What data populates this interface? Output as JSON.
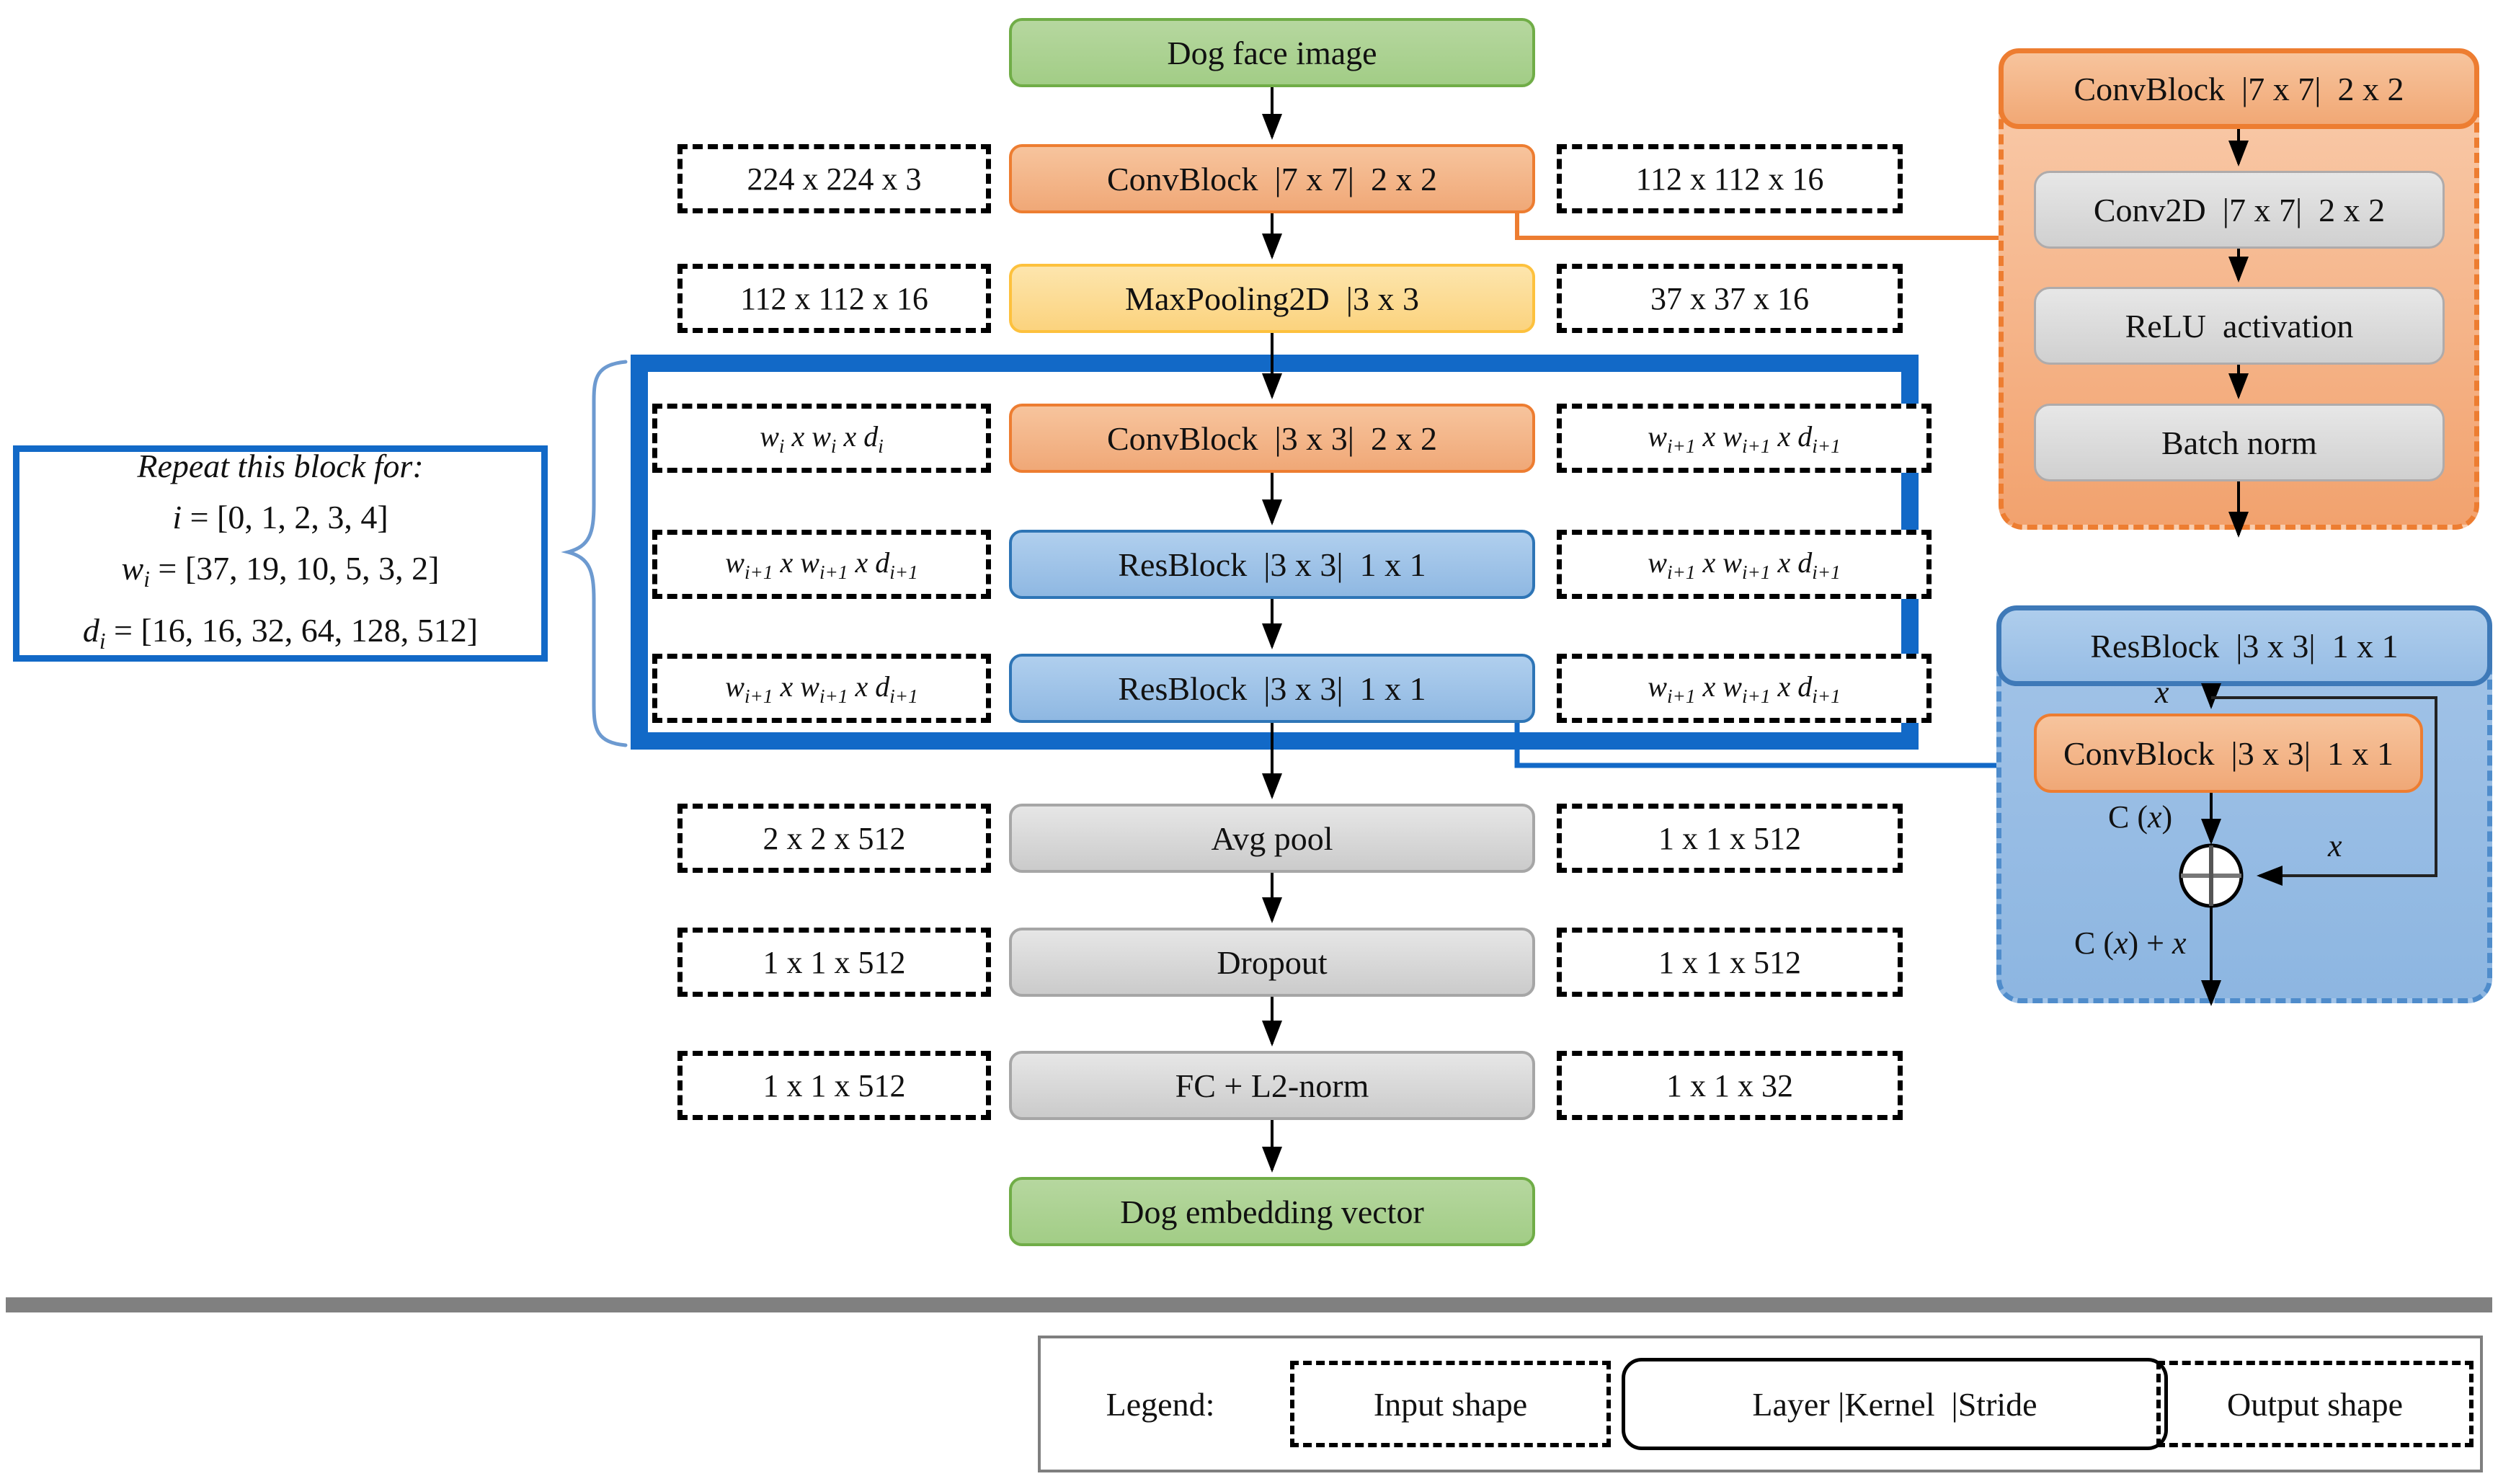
{
  "title": "Dog face embedding network architecture diagram",
  "colors": {
    "conv_fill": "#f4b183",
    "conv_border": "#ed7d31",
    "pool_fill": "#ffd966",
    "pool_border": "#ffc000",
    "res_fill": "#9dc3e6",
    "res_border": "#2e75b6",
    "generic_fill": "#d6d6d6",
    "generic_border": "#a6a6a6",
    "green_fill": "#a9d18e",
    "green_border": "#70ad47",
    "repeat_frame": "#1269c7",
    "divider": "#808080",
    "arrow": "#000000"
  },
  "main": {
    "source_label": "Dog face image",
    "sink_label": "Dog embedding vector",
    "rows": [
      {
        "input": "224 x 224 x 3",
        "layer": "ConvBlock  |7 x 7|  2 x 2",
        "output": "112 x 112 x 16",
        "type": "conv"
      },
      {
        "input": "112 x 112 x 16",
        "layer": "MaxPooling2D  |3 x 3",
        "output": "37 x 37 x 16",
        "type": "pool"
      },
      {
        "input": "<i>w<sub>i</sub></i> x <i>w<sub>i</sub></i> x <i>d<sub>i</sub></i>",
        "layer": "ConvBlock  |3 x 3|  2 x 2",
        "output": "<i>w<sub>i+1</sub></i> x <i>w<sub>i+1</sub></i> x <i>d<sub>i+1</sub></i>",
        "type": "conv"
      },
      {
        "input": "<i>w<sub>i+1</sub></i> x <i>w<sub>i+1</sub></i> x <i>d<sub>i+1</sub></i>",
        "layer": "ResBlock  |3 x 3|  1 x 1",
        "output": "<i>w<sub>i+1</sub></i> x <i>w<sub>i+1</sub></i> x <i>d<sub>i+1</sub></i>",
        "type": "res"
      },
      {
        "input": "<i>w<sub>i+1</sub></i> x <i>w<sub>i+1</sub></i> x <i>d<sub>i+1</sub></i>",
        "layer": "ResBlock  |3 x 3|  1 x 1",
        "output": "<i>w<sub>i+1</sub></i> x <i>w<sub>i+1</sub></i> x <i>d<sub>i+1</sub></i>",
        "type": "res"
      },
      {
        "input": "2 x 2 x 512",
        "layer": "Avg pool",
        "output": "1 x 1 x 512",
        "type": "generic"
      },
      {
        "input": "1 x 1 x 512",
        "layer": "Dropout",
        "output": "1 x 1 x 512",
        "type": "generic"
      },
      {
        "input": "1 x 1 x 512",
        "layer": "FC + L2-norm",
        "output": "1 x 1 x 32",
        "type": "generic"
      }
    ]
  },
  "repeat_note": {
    "line1": "Repeat this block for:",
    "line2": "<i>i</i> = [0, 1, 2, 3, 4]",
    "line3": "<i>w<sub>i</sub></i> = [37, 19, 10, 5, 3, 2]",
    "line4": "<i>d<sub>i</sub></i> = [16, 16, 32, 64, 128, 512]"
  },
  "conv_detail": {
    "header": "ConvBlock  |7 x 7|  2 x 2",
    "steps": [
      "Conv2D  |7 x 7|  2 x 2",
      "ReLU  activation",
      "Batch norm"
    ]
  },
  "res_detail": {
    "header": "ResBlock  |3 x 3|  1 x 1",
    "conv": "ConvBlock  |3 x 3|  1 x 1",
    "label_x_top": "<i>x</i>",
    "label_cx": "C (<i>x</i>)",
    "label_x_skip": "<i>x</i>",
    "label_out": "C (<i>x</i>) + <i>x</i>",
    "add_icon": "circled-plus"
  },
  "legend": {
    "title": "Legend:",
    "input": "Input shape",
    "layer": "Layer |Kernel  |Stride",
    "output": "Output shape"
  }
}
